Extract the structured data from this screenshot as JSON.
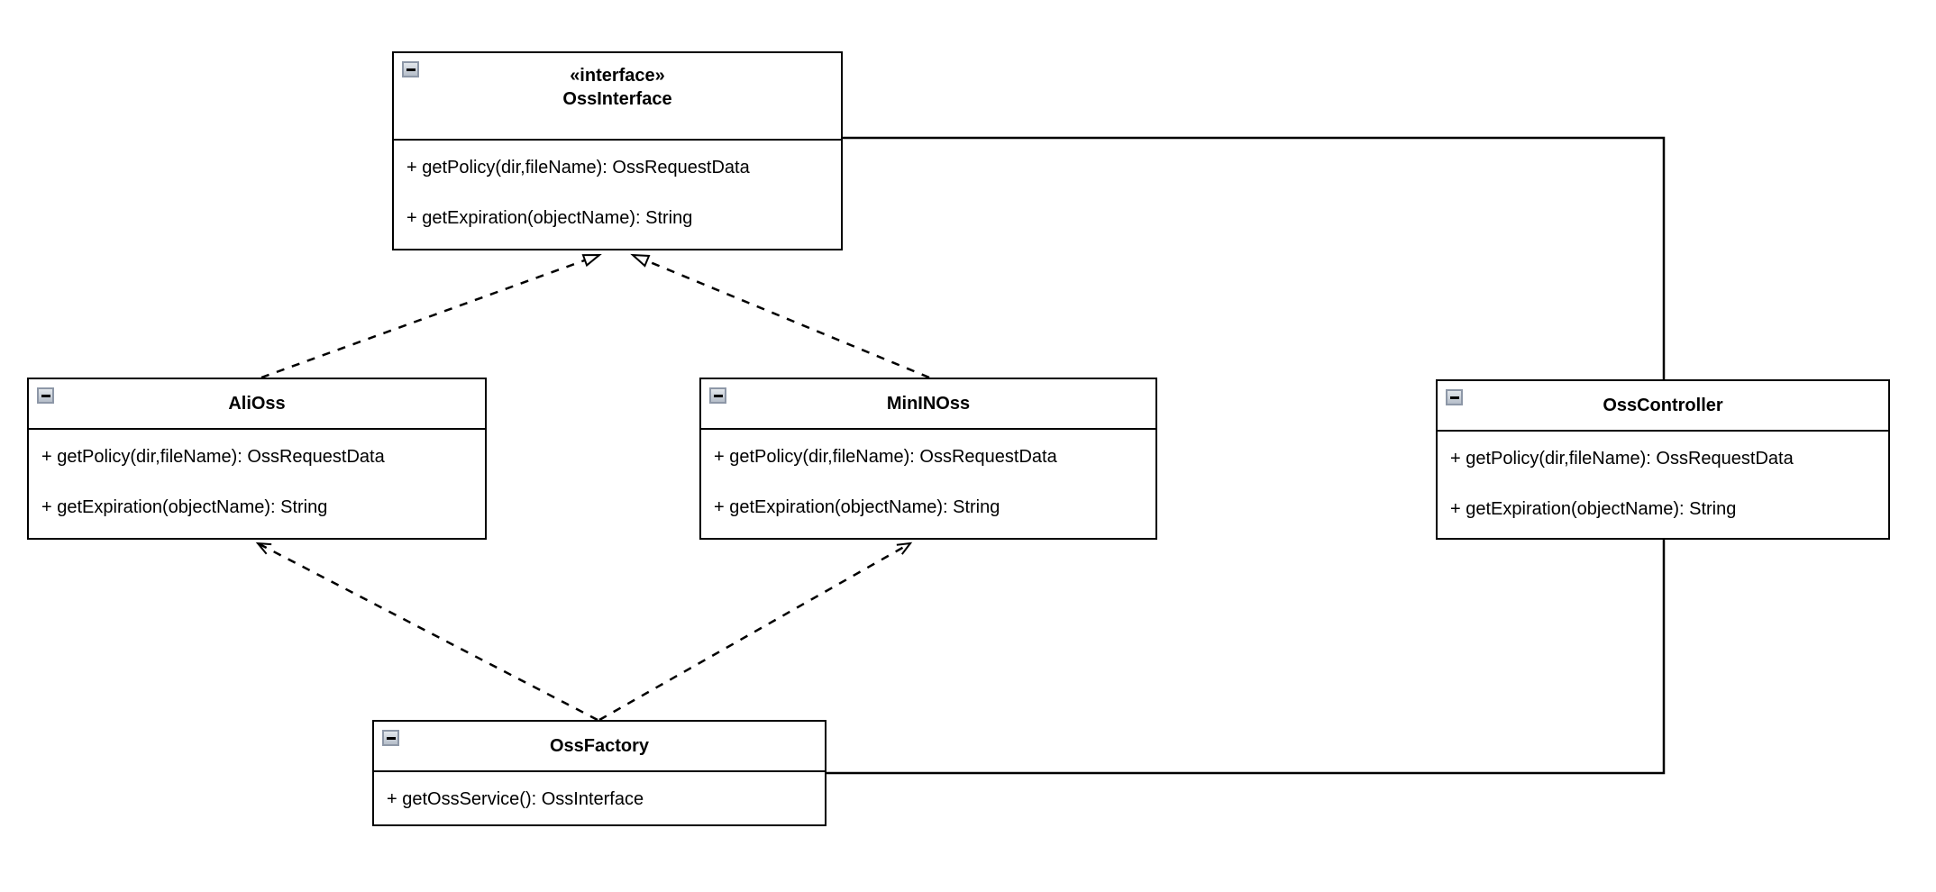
{
  "diagram": {
    "kind": "uml-class-diagram",
    "colors": {
      "stroke": "#000000",
      "background": "#ffffff",
      "collapse_icon_border": "#8d97a7",
      "collapse_icon_fill": "#c3cad5",
      "text": "#000000"
    },
    "classes": [
      {
        "id": "OssInterface",
        "stereotype": "«interface»",
        "name": "OssInterface",
        "methods": [
          "+ getPolicy(dir,fileName): OssRequestData",
          "+ getExpiration(objectName): String"
        ]
      },
      {
        "id": "AliOss",
        "name": "AliOss",
        "methods": [
          "+ getPolicy(dir,fileName): OssRequestData",
          "+ getExpiration(objectName): String"
        ]
      },
      {
        "id": "MinINOss",
        "name": "MinINOss",
        "methods": [
          "+ getPolicy(dir,fileName): OssRequestData",
          "+ getExpiration(objectName): String"
        ]
      },
      {
        "id": "OssController",
        "name": "OssController",
        "methods": [
          "+ getPolicy(dir,fileName): OssRequestData",
          "+ getExpiration(objectName): String"
        ]
      },
      {
        "id": "OssFactory",
        "name": "OssFactory",
        "methods": [
          "+ getOssService(): OssInterface"
        ]
      }
    ],
    "relationships": [
      {
        "from": "AliOss",
        "to": "OssInterface",
        "type": "realization",
        "line": "dashed",
        "arrowhead": "hollow-triangle"
      },
      {
        "from": "MinINOss",
        "to": "OssInterface",
        "type": "realization",
        "line": "dashed",
        "arrowhead": "hollow-triangle"
      },
      {
        "from": "OssFactory",
        "to": "AliOss",
        "type": "dependency",
        "line": "dashed",
        "arrowhead": "open-arrow"
      },
      {
        "from": "OssFactory",
        "to": "MinINOss",
        "type": "dependency",
        "line": "dashed",
        "arrowhead": "open-arrow"
      },
      {
        "from": "OssInterface",
        "to": "OssController",
        "type": "association",
        "line": "solid",
        "arrowhead": "none"
      },
      {
        "from": "OssController",
        "to": "OssFactory",
        "type": "association",
        "line": "solid",
        "arrowhead": "none"
      }
    ]
  }
}
